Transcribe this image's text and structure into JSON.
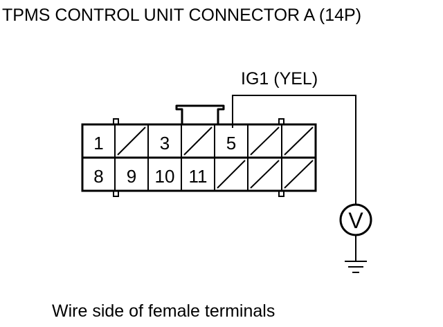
{
  "title": "TPMS CONTROL UNIT CONNECTOR A (14P)",
  "wire_label": "IG1 (YEL)",
  "caption": "Wire side of female terminals",
  "connector": {
    "top_row": [
      "1",
      "",
      "3",
      "",
      "5",
      "",
      ""
    ],
    "bottom_row": [
      "8",
      "9",
      "10",
      "11",
      "",
      "",
      ""
    ]
  },
  "meter_symbol": "V",
  "colors": {
    "line": "#000000",
    "background": "#ffffff"
  }
}
